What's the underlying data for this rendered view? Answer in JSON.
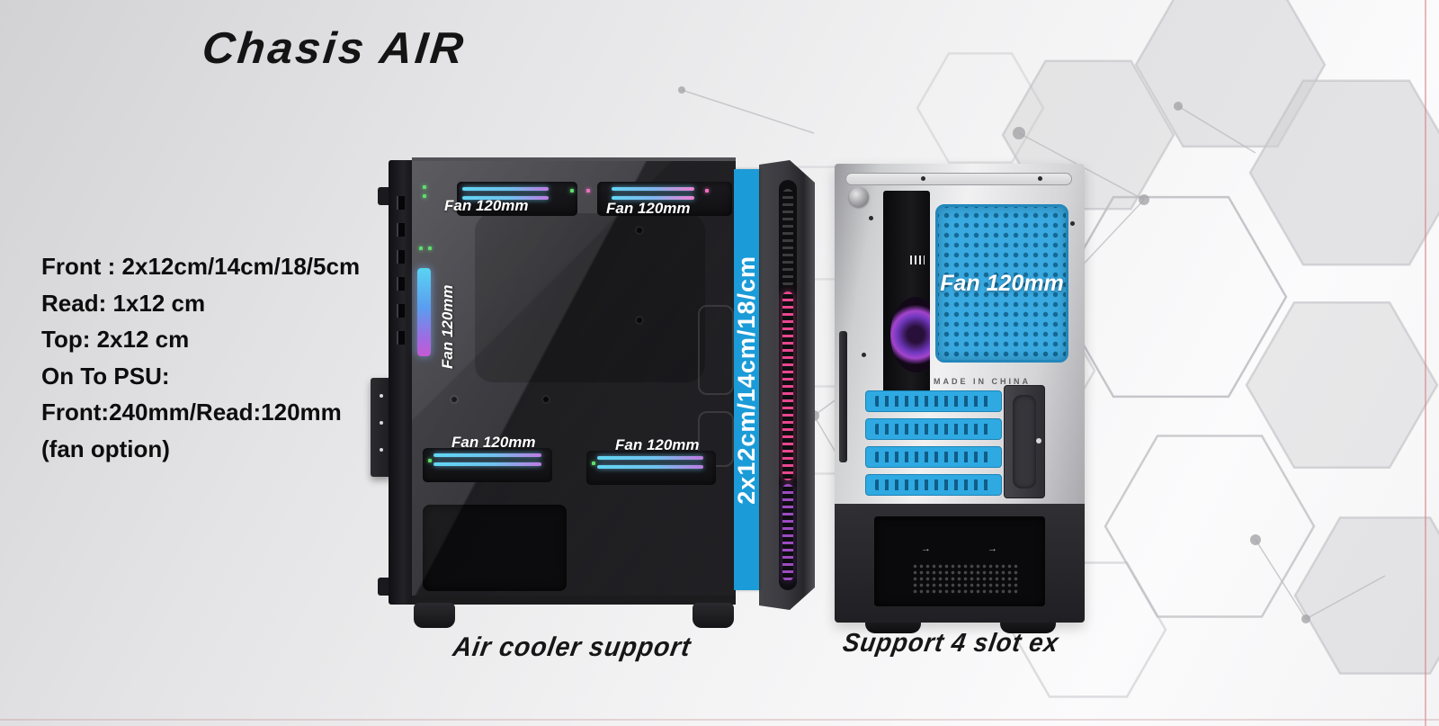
{
  "page": {
    "title": "Chasis AIR"
  },
  "specs": {
    "lines": [
      "Front : 2x12cm/14cm/18/5cm",
      "Read: 1x12 cm",
      "Top: 2x12 cm",
      "On To PSU:",
      "Front:240mm/Read:120mm",
      "(fan option)"
    ]
  },
  "side_view": {
    "caption": "Air cooler support",
    "top_fan_left_label": "Fan 120mm",
    "top_fan_right_label": "Fan 120mm",
    "rear_fan_vertical_label": "Fan 120mm",
    "bottom_fan_left_label": "Fan 120mm",
    "bottom_fan_right_label": "Fan 120mm",
    "front_stripe_label": "2x12cm/14cm/18/cm"
  },
  "rear_view": {
    "caption": "Support 4 slot ex",
    "fan_mount_label": "Fan 120mm",
    "made_in_label": "MADE IN CHINA"
  },
  "colors": {
    "accent_blue": "#1b9bd7",
    "slot_blue": "#2fa9e2",
    "rgb_cyan": "#5ad2f2",
    "rgb_violet": "#b06ce0",
    "led_pink": "#e8478f"
  }
}
